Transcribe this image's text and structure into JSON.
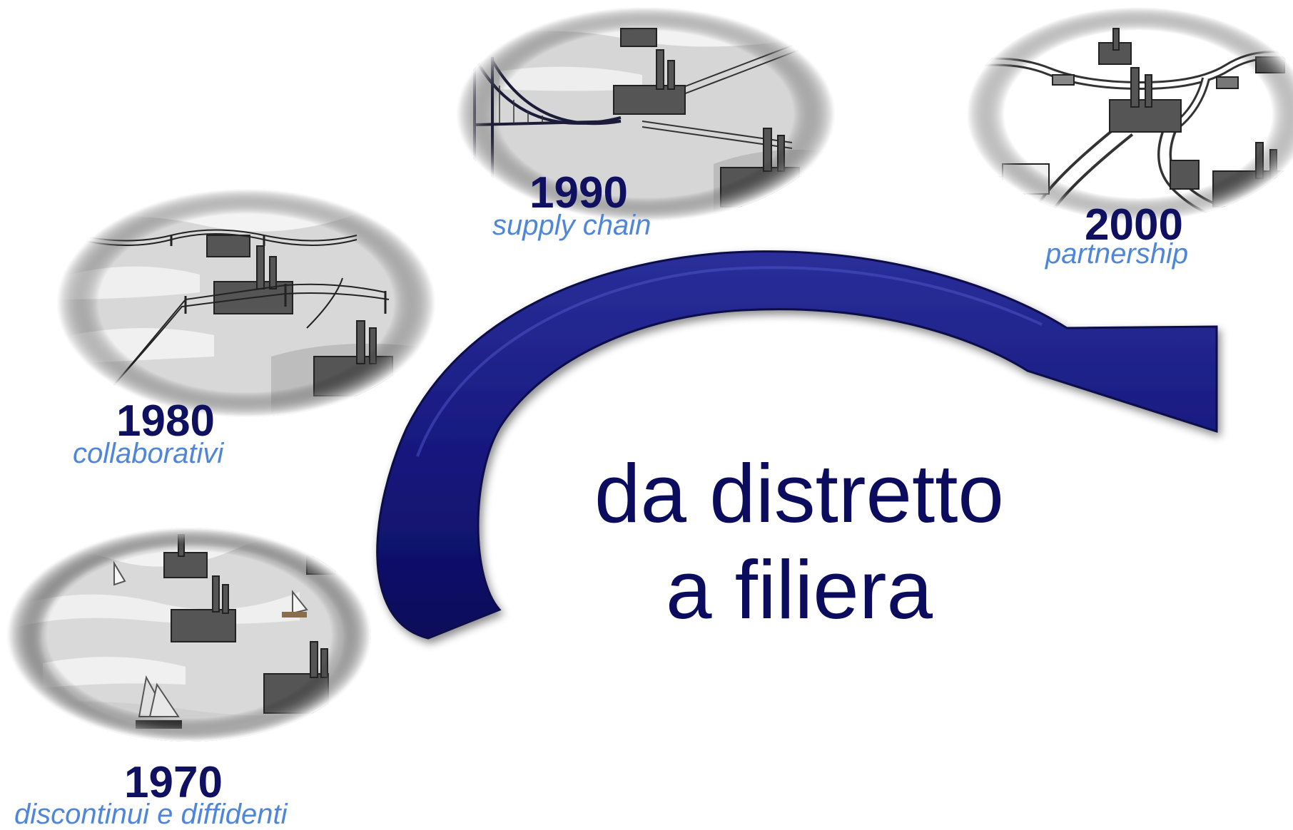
{
  "eras": [
    {
      "year": "1970",
      "caption": "discontinui e diffidenti",
      "illustration": "industrial-district-harbor-sailboats"
    },
    {
      "year": "1980",
      "caption": "collaborativi",
      "illustration": "industrial-district-power-lines"
    },
    {
      "year": "1990",
      "caption": "supply chain",
      "illustration": "industrial-district-suspension-bridges"
    },
    {
      "year": "2000",
      "caption": "partnership",
      "illustration": "industrial-district-roads-trucks"
    }
  ],
  "main_text": {
    "line1": "da distretto",
    "line2": "a filiera"
  },
  "colors": {
    "arrow": "#14167a",
    "arrow_edge": "#0a0a4a",
    "year_text": "#101060",
    "caption_text": "#4f86d9",
    "main_text": "#0c0c5e"
  }
}
